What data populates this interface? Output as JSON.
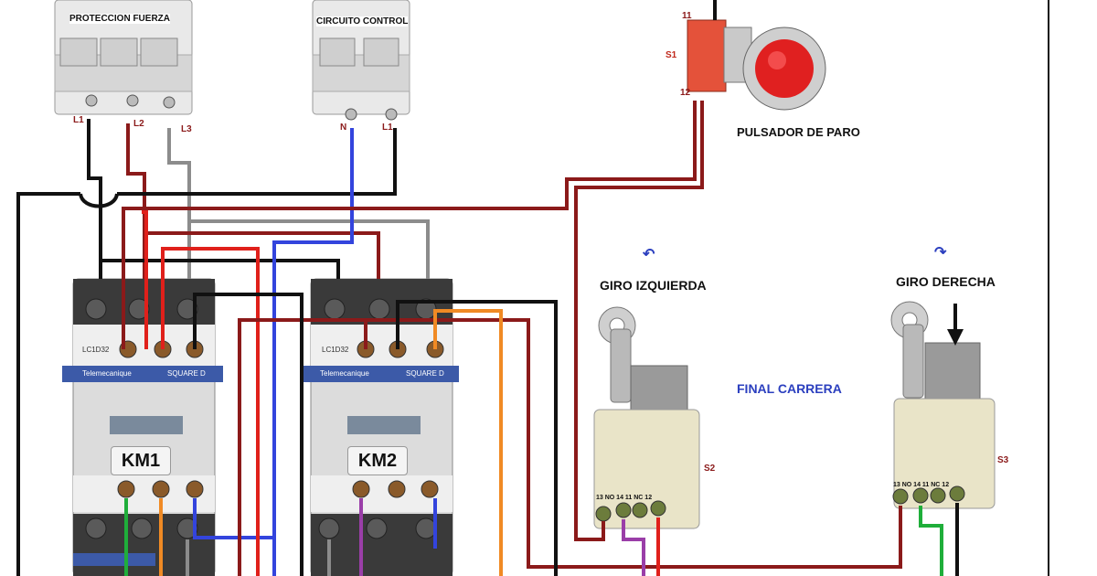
{
  "breakers": {
    "power_label": "PROTECCION FUERZA",
    "control_label": "CIRCUITO CONTROL",
    "terminals": [
      "L1",
      "L2",
      "L3",
      "N",
      "L1"
    ]
  },
  "stop_button": {
    "tag": "S1",
    "terminal_top": "11",
    "terminal_bottom": "12",
    "label": "PULSADOR DE PARO"
  },
  "contactors": [
    {
      "tag": "KM1",
      "model": "LC1D32",
      "brand": "Telemecanique",
      "brand2": "SQUARE D"
    },
    {
      "tag": "KM2",
      "model": "LC1D32",
      "brand": "Telemecanique",
      "brand2": "SQUARE D"
    }
  ],
  "limit_switches": {
    "section_label": "FINAL CARRERA",
    "left": {
      "label": "GIRO IZQUIERDA",
      "tag": "S2",
      "terminals": "13 NO 14  11  NC 12",
      "arrow": "↶"
    },
    "right": {
      "label": "GIRO DERECHA",
      "tag": "S3",
      "terminals": "13 NO 14  11  NC 12",
      "arrow": "↷"
    }
  },
  "colors": {
    "black": "#111111",
    "red": "#e0201b",
    "darkred": "#8b1a1a",
    "gray": "#8c8c8c",
    "blue": "#3344dd",
    "green": "#1fae3a",
    "orange": "#f08a24",
    "purple": "#9a3ea8"
  }
}
